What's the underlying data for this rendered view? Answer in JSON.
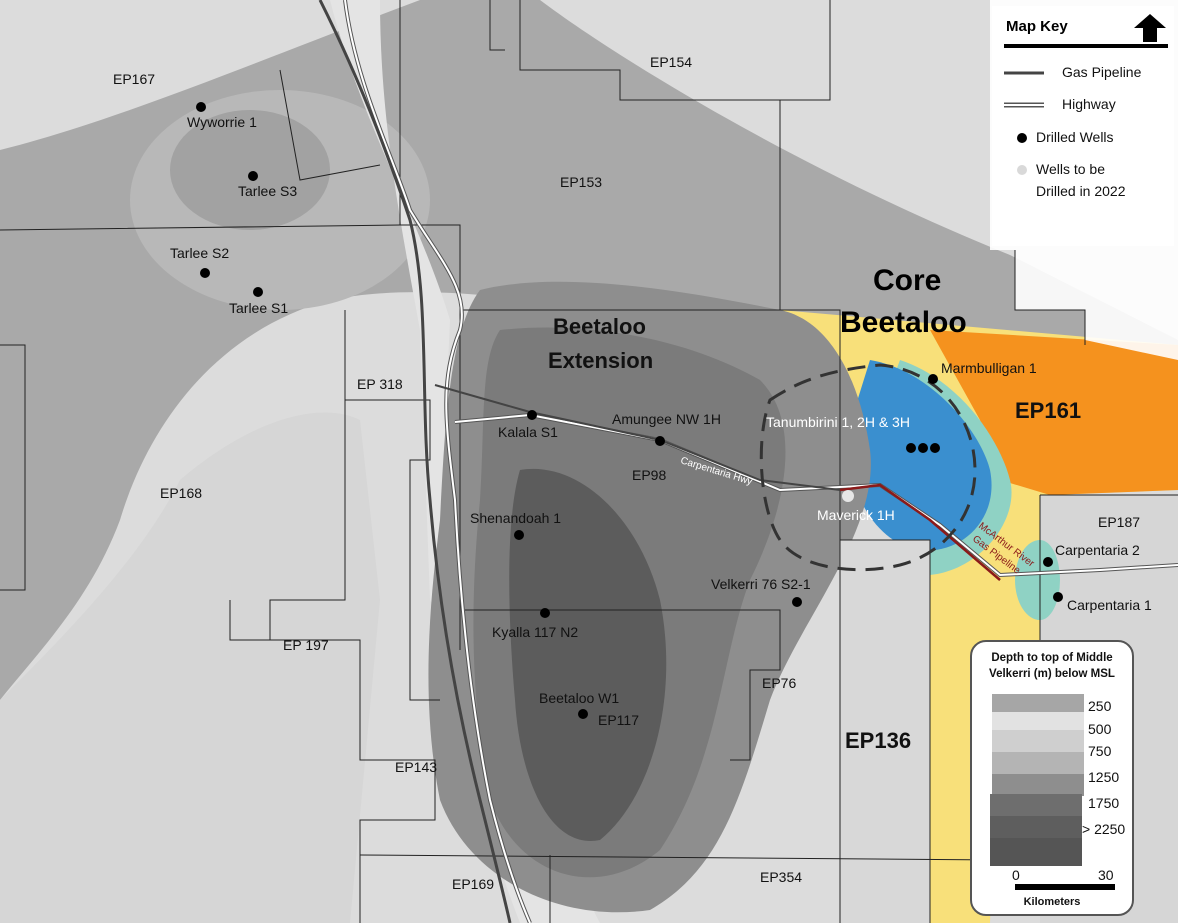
{
  "permits": {
    "ep154": "EP154",
    "ep167": "EP167",
    "ep153": "EP153",
    "ep318": "EP 318",
    "ep168": "EP168",
    "ep197": "EP 197",
    "ep143": "EP143",
    "ep169": "EP169",
    "ep98": "EP98",
    "ep76": "EP76",
    "ep117": "EP117",
    "ep354": "EP354",
    "ep136": "EP136",
    "ep161": "EP161",
    "ep187": "EP187"
  },
  "regions": {
    "core_line1": "Core",
    "core_line2": "Beetaloo",
    "ext_line1": "Beetaloo",
    "ext_line2": "Extension"
  },
  "wells": {
    "wyworrie": "Wyworrie 1",
    "tarlee_s3": "Tarlee  S3",
    "tarlee_s2": "Tarlee  S2",
    "tarlee_s1": "Tarlee  S1",
    "kalala": "Kalala  S1",
    "amungee": "Amungee NW 1H",
    "shenandoah": "Shenandoah 1",
    "kyalla": "Kyalla 117 N2",
    "beetaloo_w1": "Beetaloo W1",
    "velkerri": "Velkerri 76 S2-1",
    "marmbulligan": "Marmbulligan 1",
    "tanumbirini": "Tanumbirini 1, 2H & 3H",
    "maverick": "Maverick 1H",
    "carpentaria2": "Carpentaria 2",
    "carpentaria1": "Carpentaria 1"
  },
  "routes": {
    "highway": "Carpentaria Hwy",
    "pipeline_line1": "McArthur River",
    "pipeline_line2": "Gas Pipeline"
  },
  "map_key": {
    "title": "Map Key",
    "gas_pipeline": "Gas Pipeline",
    "highway": "Highway",
    "drilled_wells": "Drilled Wells",
    "wells_to_be_line1": "Wells to be",
    "wells_to_be_line2": "Drilled in 2022"
  },
  "depth_legend": {
    "title_line1": "Depth to top of Middle",
    "title_line2": "Velkerri (m) below MSL",
    "classes": [
      "250",
      "500",
      "750",
      "1250",
      "1750",
      "> 2250"
    ],
    "swatch_colors": [
      "#a6a6a6",
      "#e2e2e2",
      "#cfcfcf",
      "#b4b4b4",
      "#8e8e8e",
      "#6e6e6e",
      "#555555"
    ]
  },
  "scale_bar": {
    "start": "0",
    "end": "30",
    "unit": "Kilometers"
  },
  "colors": {
    "orange": "#f5921e",
    "yellow": "#f8e07a",
    "teal": "#8fd2c4",
    "blue": "#3a8fcf",
    "pipeline": "#8b1a1a"
  }
}
